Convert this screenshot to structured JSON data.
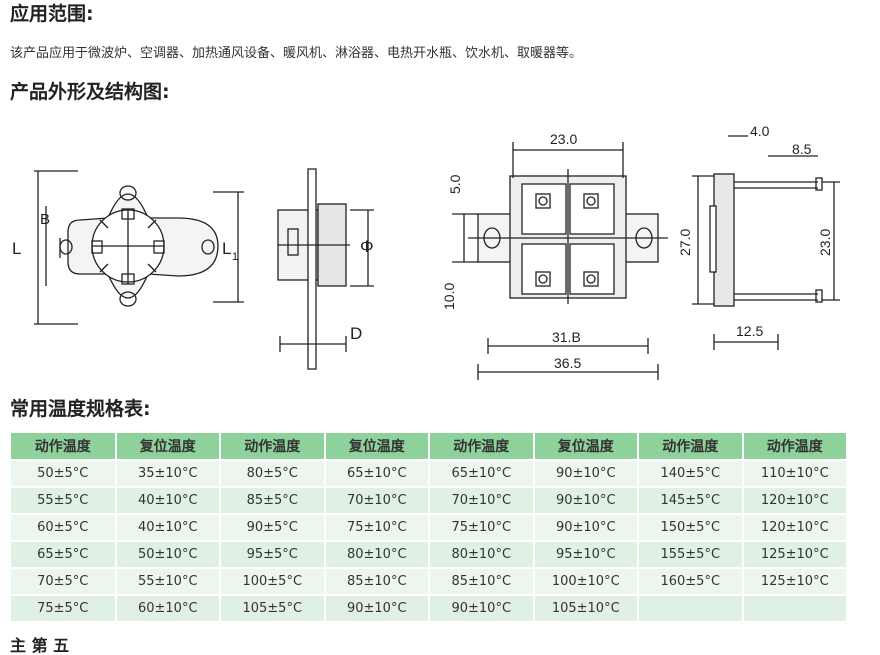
{
  "sections": {
    "application_title": "应用范围:",
    "application_text": "该产品应用于微波炉、空调器、加热通风设备、暖风机、淋浴器、电热开水瓶、饮水机、取暖器等。",
    "figure_title": "产品外形及结构图:",
    "table_title": "常用温度规格表:",
    "next_title": "主 第 五"
  },
  "figure": {
    "left_labels": {
      "L": "L",
      "B": "B",
      "L1": "L",
      "L1_sub": "1",
      "phi": "Φ",
      "D": "D"
    },
    "right_labels": {
      "d23_0": "23.0",
      "d5_0": "5.0",
      "d10_0": "10.0",
      "d31_8": "31.B",
      "d36_5": "36.5",
      "d4_0": "4.0",
      "d8_5": "8.5",
      "d27_0": "27.0",
      "d23_0_v": "23.0",
      "d12_5": "12.5"
    }
  },
  "table": {
    "headers": [
      "动作温度",
      "复位温度",
      "动作温度",
      "复位温度",
      "动作温度",
      "复位温度",
      "动作温度",
      "动作温度"
    ],
    "rows": [
      [
        "50±5°C",
        "35±10°C",
        "80±5°C",
        "65±10°C",
        "65±10°C",
        "90±10°C",
        "140±5°C",
        "110±10°C"
      ],
      [
        "55±5°C",
        "40±10°C",
        "85±5°C",
        "70±10°C",
        "70±10°C",
        "90±10°C",
        "145±5°C",
        "120±10°C"
      ],
      [
        "60±5°C",
        "40±10°C",
        "90±5°C",
        "75±10°C",
        "75±10°C",
        "90±10°C",
        "150±5°C",
        "120±10°C"
      ],
      [
        "65±5°C",
        "50±10°C",
        "95±5°C",
        "80±10°C",
        "80±10°C",
        "95±10°C",
        "155±5°C",
        "125±10°C"
      ],
      [
        "70±5°C",
        "55±10°C",
        "100±5°C",
        "85±10°C",
        "85±10°C",
        "100±10°C",
        "160±5°C",
        "125±10°C"
      ],
      [
        "75±5°C",
        "60±10°C",
        "105±5°C",
        "90±10°C",
        "90±10°C",
        "105±10°C",
        "",
        ""
      ]
    ]
  }
}
